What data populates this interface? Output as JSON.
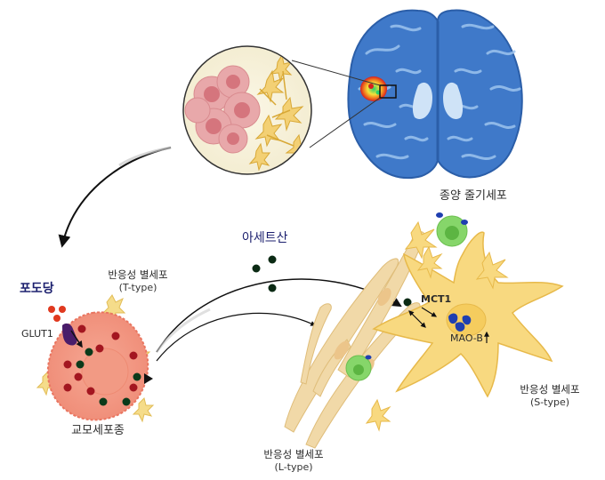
{
  "labels": {
    "glucose": "포도당",
    "glut1": "GLUT1",
    "t_type_title": "반응성 별세포",
    "t_type_sub": "(T-type)",
    "glioma": "교모세포종",
    "acetate": "아세트산",
    "stem_cell": "종양 줄기세포",
    "mct1": "MCT1",
    "maob": "MAO-B",
    "s_type_title": "반응성 별세포",
    "s_type_sub": "(S-type)",
    "l_type_title": "반응성 별세포",
    "l_type_sub": "(L-type)"
  },
  "colors": {
    "brain": "#3f79c9",
    "brain_light": "#9cc3ee",
    "tumor_cell": "#f4a08f",
    "tumor_nucleus": "#ef7f6f",
    "astro_yellow": "#f8d980",
    "astro_dark": "#e7b94a",
    "l_cell": "#f1d9a8",
    "stem_green": "#86d66a",
    "glucose_red": "#e0391f",
    "dot_dark": "#0b2a14",
    "dot_red": "#a31620",
    "maob_blue": "#1f3fb0",
    "label_navy": "#1b1f6e"
  }
}
